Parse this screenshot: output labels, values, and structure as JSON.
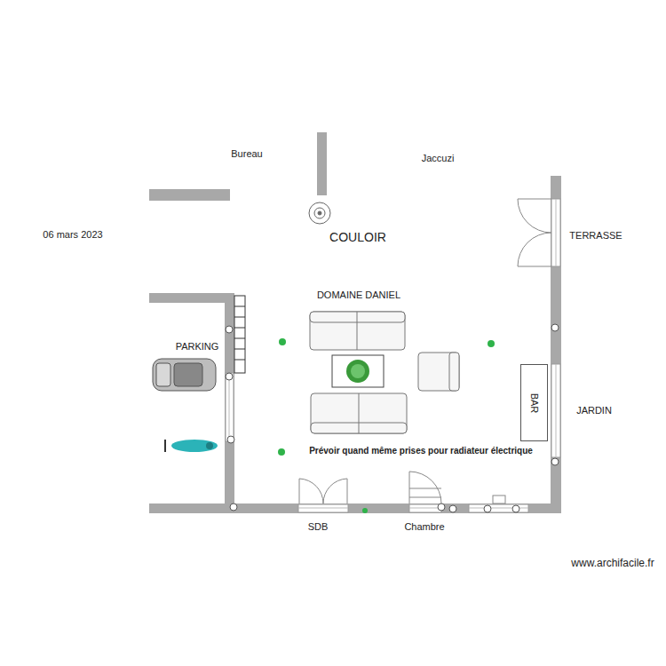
{
  "diagram": {
    "nodes": [
      {
        "text": [
          "BAR"
        ]
      }
    ],
    "labels": [
      "Bureau",
      "Jaccuzi",
      "06 mars 2023",
      "COULOIR",
      "TERRASSE",
      "DOMAINE DANIEL",
      "PARKING",
      "JARDIN",
      "Prévoir quand même prises pour radiateur électrique",
      "SDB",
      "Chambre",
      "www.archifacile.fr"
    ]
  }
}
